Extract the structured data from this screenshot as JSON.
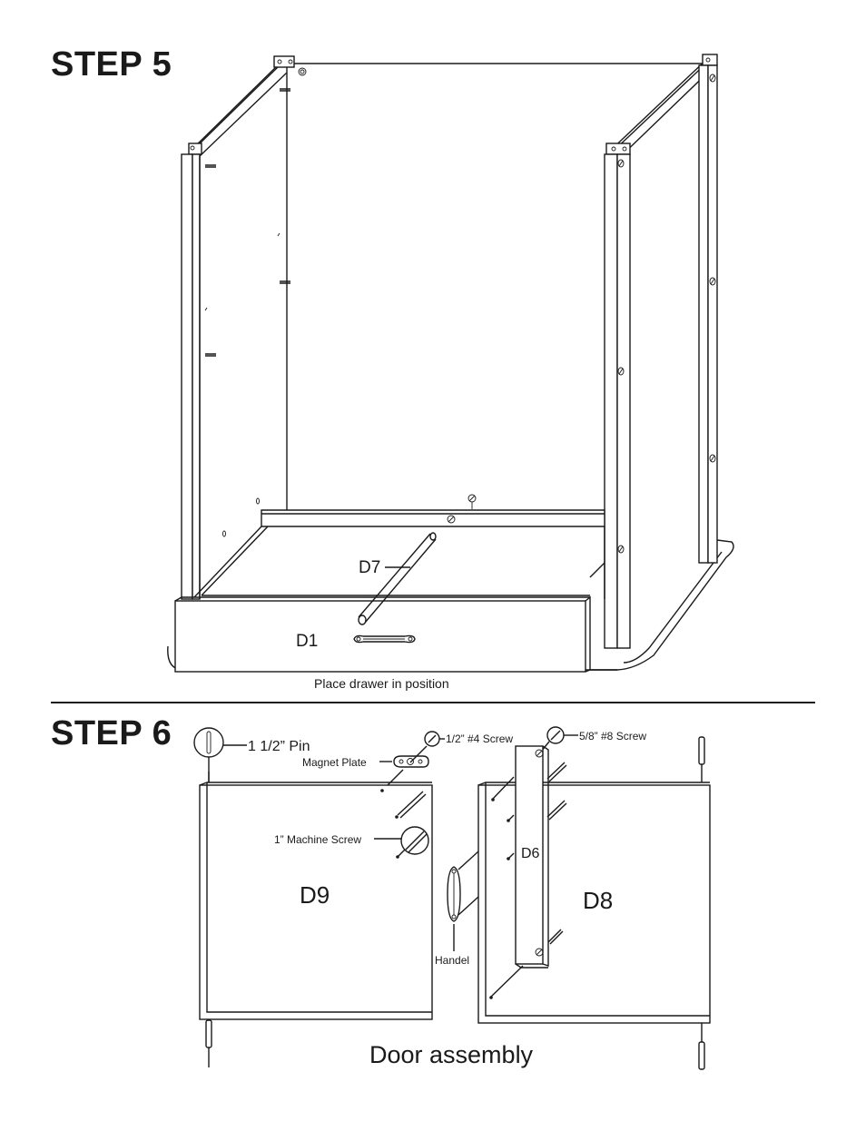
{
  "step5": {
    "title": "STEP 5",
    "labels": {
      "d7": "D7",
      "d1": "D1"
    },
    "caption": "Place drawer in position"
  },
  "step6": {
    "title": "STEP 6",
    "labels": {
      "pin": "1 1/2” Pin",
      "magnet_plate": "Magnet Plate",
      "screw_half": "1/2” #4 Screw",
      "screw_58": "5/8” #8 Screw",
      "machine_screw": "1” Machine Screw",
      "d6": "D6",
      "d9": "D9",
      "d8": "D8",
      "handle": "Handel"
    },
    "caption": "Door assembly"
  },
  "colors": {
    "ink": "#1a1a1a",
    "paper": "#ffffff"
  }
}
